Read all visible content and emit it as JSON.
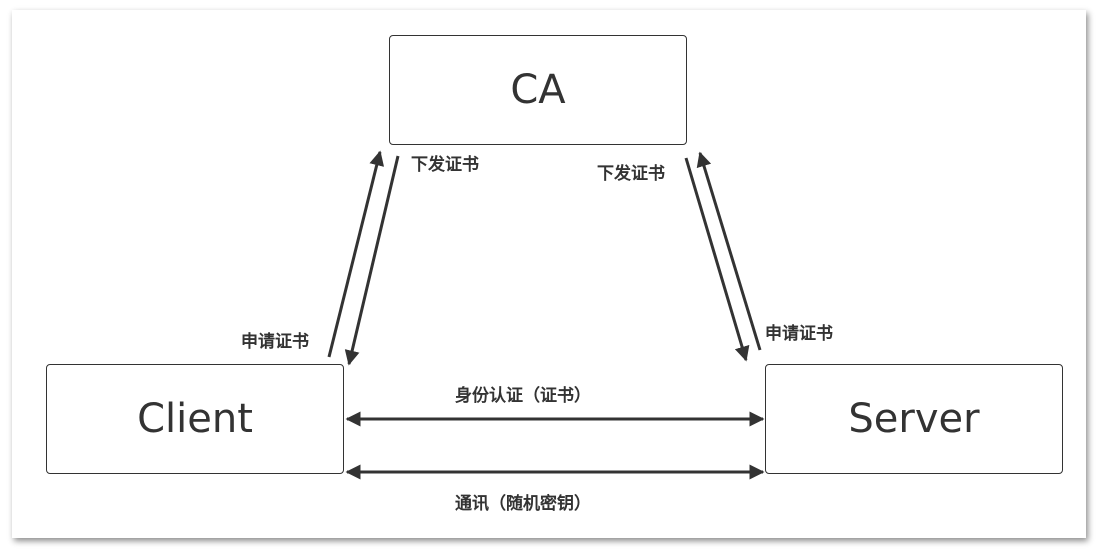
{
  "nodes": {
    "ca": "CA",
    "client": "Client",
    "server": "Server"
  },
  "edges": {
    "client_request": "申请证书",
    "client_issue": "下发证书",
    "server_issue": "下发证书",
    "server_request": "申请证书",
    "identity": "身份认证（证书）",
    "communication": "通讯（随机密钥）"
  },
  "colors": {
    "stroke": "#333333",
    "background": "#ffffff"
  }
}
